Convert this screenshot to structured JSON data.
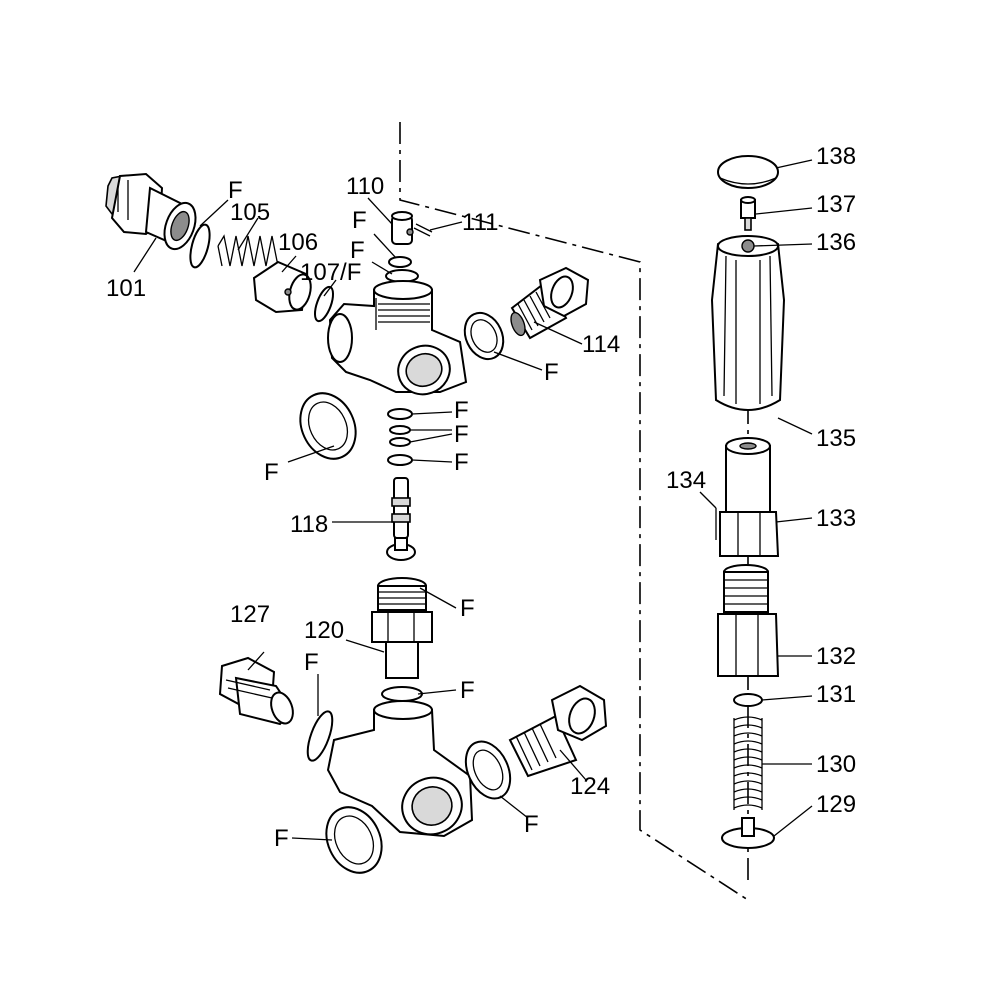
{
  "callouts": [
    {
      "id": "101",
      "text": "101"
    },
    {
      "id": "f-101",
      "text": "F"
    },
    {
      "id": "105",
      "text": "105"
    },
    {
      "id": "106",
      "text": "106"
    },
    {
      "id": "107",
      "text": "107/F"
    },
    {
      "id": "110",
      "text": "110"
    },
    {
      "id": "111",
      "text": "111"
    },
    {
      "id": "f-110a",
      "text": "F"
    },
    {
      "id": "f-110b",
      "text": "F"
    },
    {
      "id": "114",
      "text": "114"
    },
    {
      "id": "f-114",
      "text": "F"
    },
    {
      "id": "f-left",
      "text": "F"
    },
    {
      "id": "f-ring1",
      "text": "F"
    },
    {
      "id": "f-ring2",
      "text": "F"
    },
    {
      "id": "f-ring3",
      "text": "F"
    },
    {
      "id": "118",
      "text": "118"
    },
    {
      "id": "f-118",
      "text": "F"
    },
    {
      "id": "127",
      "text": "127"
    },
    {
      "id": "120",
      "text": "120"
    },
    {
      "id": "f-127",
      "text": "F"
    },
    {
      "id": "f-120",
      "text": "F"
    },
    {
      "id": "124",
      "text": "124"
    },
    {
      "id": "f-124",
      "text": "F"
    },
    {
      "id": "f-bottom",
      "text": "F"
    },
    {
      "id": "138",
      "text": "138"
    },
    {
      "id": "137",
      "text": "137"
    },
    {
      "id": "136",
      "text": "136"
    },
    {
      "id": "135",
      "text": "135"
    },
    {
      "id": "134",
      "text": "134"
    },
    {
      "id": "133",
      "text": "133"
    },
    {
      "id": "132",
      "text": "132"
    },
    {
      "id": "131",
      "text": "131"
    },
    {
      "id": "130",
      "text": "130"
    },
    {
      "id": "129",
      "text": "129"
    }
  ]
}
